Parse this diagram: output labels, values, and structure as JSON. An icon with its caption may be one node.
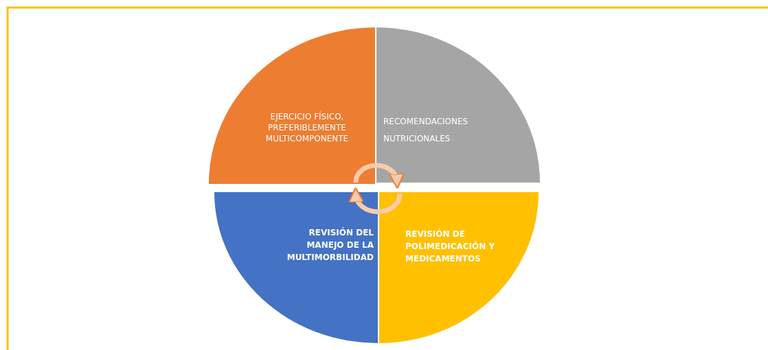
{
  "diagram": {
    "nodes": [
      {
        "text": [
          "EJERCICIO FÍSICO, PREFERIBLEMENTE MULTICOMPONENTE"
        ]
      },
      {
        "text": [
          "RECOMENDACIONES NUTRICIONALES"
        ]
      },
      {
        "text": [
          "REVISIÓN DE POLIMEDICACIÓN Y MEDICAMENTOS"
        ]
      },
      {
        "text": [
          "REVISIÓN DEL MANEJO DE LA MULTIMORBILIDAD"
        ]
      }
    ],
    "edges": [
      {
        "from": 0,
        "to": 1,
        "arrow": "to"
      },
      {
        "from": 2,
        "to": 3,
        "arrow": "to"
      }
    ]
  }
}
